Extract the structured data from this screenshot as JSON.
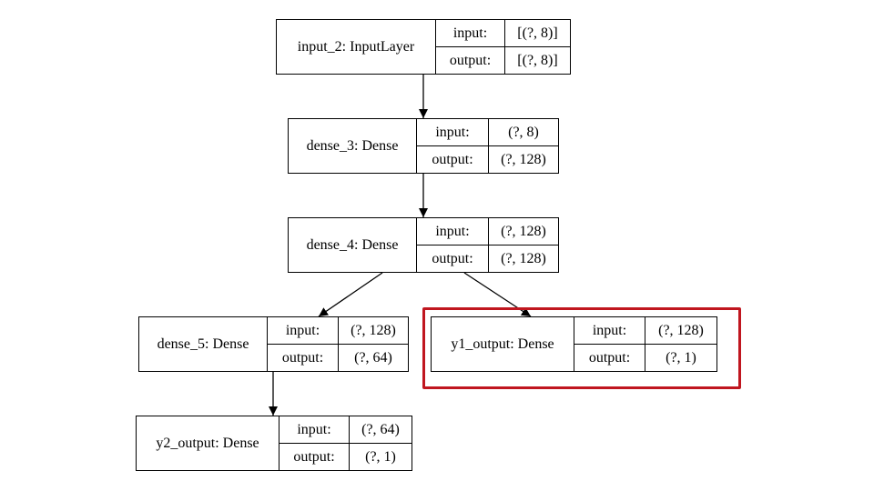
{
  "diagram": {
    "nodes": [
      {
        "id": "input_2",
        "name": "input_2: InputLayer",
        "input_label": "input:",
        "input_value": "[(?, 8)]",
        "output_label": "output:",
        "output_value": "[(?, 8)]"
      },
      {
        "id": "dense_3",
        "name": "dense_3: Dense",
        "input_label": "input:",
        "input_value": "(?, 8)",
        "output_label": "output:",
        "output_value": "(?, 128)"
      },
      {
        "id": "dense_4",
        "name": "dense_4: Dense",
        "input_label": "input:",
        "input_value": "(?, 128)",
        "output_label": "output:",
        "output_value": "(?, 128)"
      },
      {
        "id": "dense_5",
        "name": "dense_5: Dense",
        "input_label": "input:",
        "input_value": "(?, 128)",
        "output_label": "output:",
        "output_value": "(?, 64)"
      },
      {
        "id": "y1_output",
        "name": "y1_output: Dense",
        "input_label": "input:",
        "input_value": "(?, 128)",
        "output_label": "output:",
        "output_value": "(?, 1)"
      },
      {
        "id": "y2_output",
        "name": "y2_output: Dense",
        "input_label": "input:",
        "input_value": "(?, 64)",
        "output_label": "output:",
        "output_value": "(?, 1)"
      }
    ],
    "edges": [
      {
        "from": "input_2",
        "to": "dense_3"
      },
      {
        "from": "dense_3",
        "to": "dense_4"
      },
      {
        "from": "dense_4",
        "to": "dense_5"
      },
      {
        "from": "dense_4",
        "to": "y1_output"
      },
      {
        "from": "dense_5",
        "to": "y2_output"
      }
    ],
    "highlighted_node": "y1_output",
    "highlight_color": "#c0161f"
  }
}
